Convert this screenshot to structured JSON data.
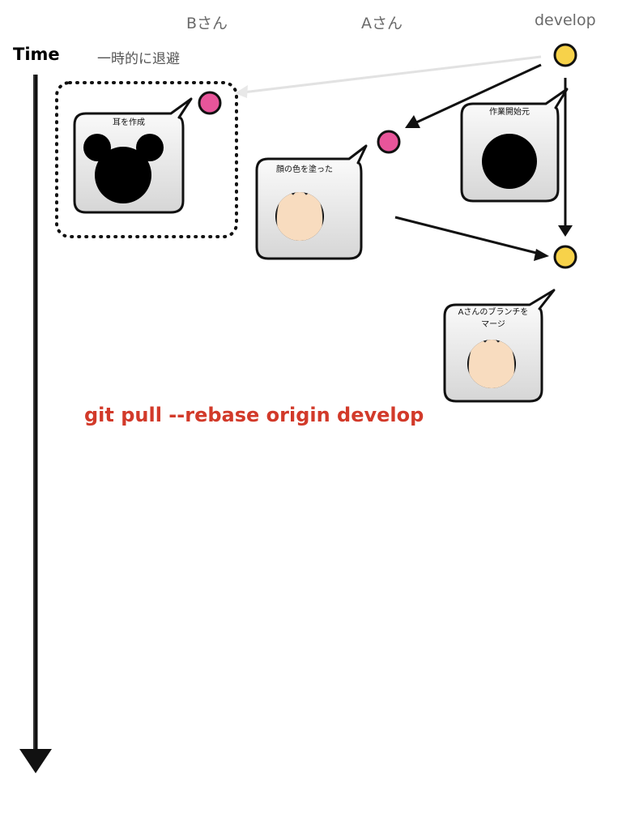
{
  "columns": {
    "b": "Bさん",
    "a": "Aさん",
    "develop": "develop"
  },
  "time_label": "Time",
  "stash_label": "一時的に退避",
  "commits": {
    "b_ears": "耳を作成",
    "a_color": "顔の色を塗った",
    "develop_start": "作業開始元",
    "develop_merge_line1": "Aさんのブランチを",
    "develop_merge_line2": "マージ"
  },
  "command": "git pull --rebase origin develop",
  "colors": {
    "develop": "#f7d24a",
    "feature": "#e8559a",
    "command": "#d23a2a",
    "skin": "#f8dcbf"
  }
}
